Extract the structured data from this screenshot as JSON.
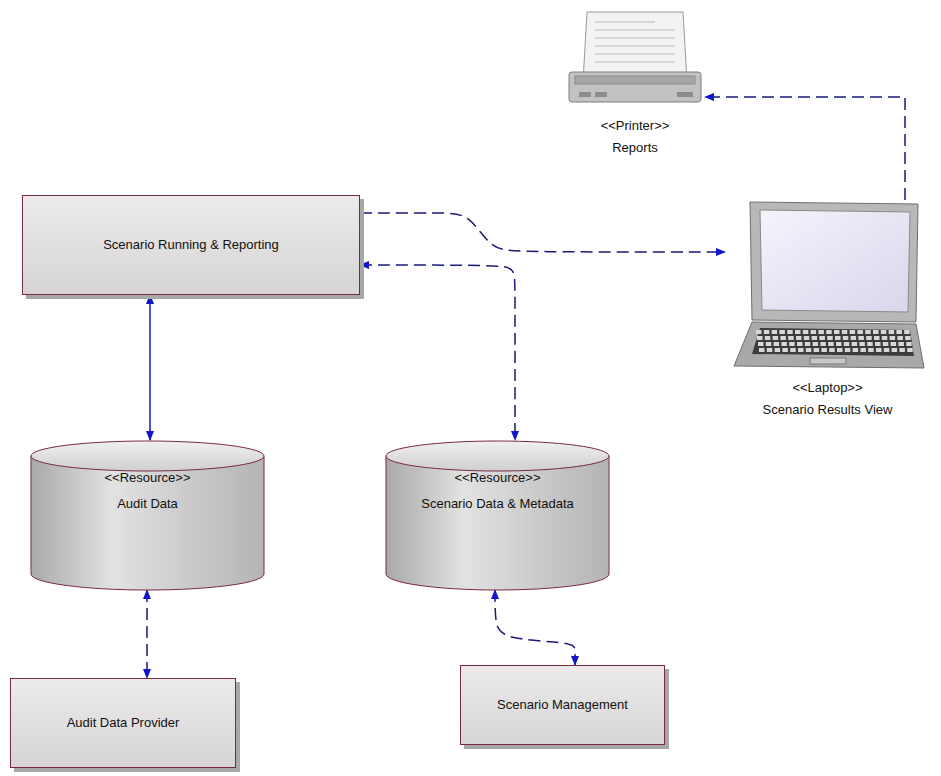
{
  "diagram": {
    "nodes": [
      {
        "text": [
          "<<Printer>>",
          "Reports"
        ]
      },
      {
        "text": [
          "Scenario Running & Reporting"
        ]
      },
      {
        "text": [
          "<<Laptop>>",
          "Scenario Results View"
        ]
      },
      {
        "text": [
          "<<Resource>>",
          "Audit Data"
        ]
      },
      {
        "text": [
          "<<Resource>>",
          "Scenario Data & Metadata"
        ]
      },
      {
        "text": [
          "Audit Data Provider"
        ]
      },
      {
        "text": [
          "Scenario Management"
        ]
      }
    ],
    "edges": [
      {
        "from": 1,
        "to": 2,
        "arrow": "to"
      },
      {
        "from": 2,
        "to": 0,
        "arrow": "to"
      },
      {
        "from": 1,
        "to": 4,
        "arrow": "both"
      },
      {
        "from": 1,
        "to": 3,
        "arrow": "both"
      },
      {
        "from": 3,
        "to": 5,
        "arrow": "both"
      },
      {
        "from": 4,
        "to": 6,
        "arrow": "both"
      }
    ]
  }
}
